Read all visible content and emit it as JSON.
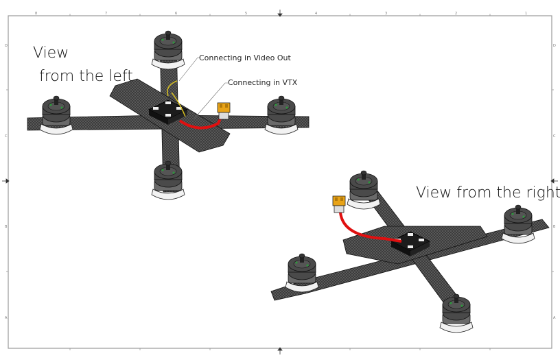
{
  "sheet": {
    "column_labels": [
      "8",
      "7",
      "6",
      "5",
      "4",
      "3",
      "2",
      "1"
    ],
    "row_labels": [
      "D",
      "C",
      "B",
      "A"
    ]
  },
  "views": {
    "left_title_line1": "View",
    "left_title_line2": "from the left",
    "right_title": "View from the right"
  },
  "callouts": {
    "video_out": "Connecting in Video Out",
    "vtx": "Connecting in VTX"
  },
  "colors": {
    "frame": "#3a3a3a",
    "connector": "#e8a317",
    "power_wire": "#e01010",
    "border": "#999999"
  }
}
